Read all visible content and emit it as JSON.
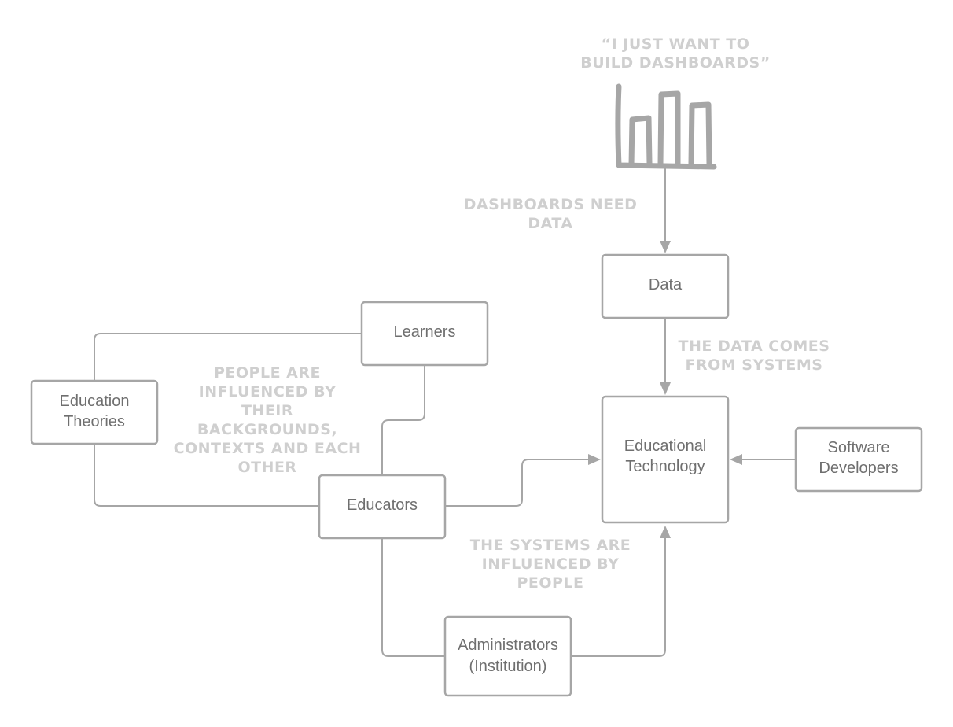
{
  "nodes": {
    "data": "Data",
    "learners": "Learners",
    "education_theories": [
      "Education",
      "Theories"
    ],
    "educators": "Educators",
    "educational_technology": [
      "Educational",
      "Technology"
    ],
    "software_developers": [
      "Software",
      "Developers"
    ],
    "administrators": [
      "Administrators",
      "(Institution)"
    ]
  },
  "notes": {
    "quote": [
      "“I JUST WANT TO",
      "BUILD DASHBOARDS”"
    ],
    "dashboards_need_data": [
      "DASHBOARDS NEED",
      "DATA"
    ],
    "data_from_systems": [
      "THE DATA COMES",
      "FROM SYSTEMS"
    ],
    "people_influenced": [
      "PEOPLE ARE",
      "INFLUENCED BY",
      "THEIR",
      "BACKGROUNDS,",
      "CONTEXTS AND EACH",
      "OTHER"
    ],
    "systems_influenced": [
      "THE SYSTEMS ARE",
      "INFLUENCED BY",
      "PEOPLE"
    ]
  },
  "icons": {
    "dashboard": "bar-chart-icon"
  }
}
